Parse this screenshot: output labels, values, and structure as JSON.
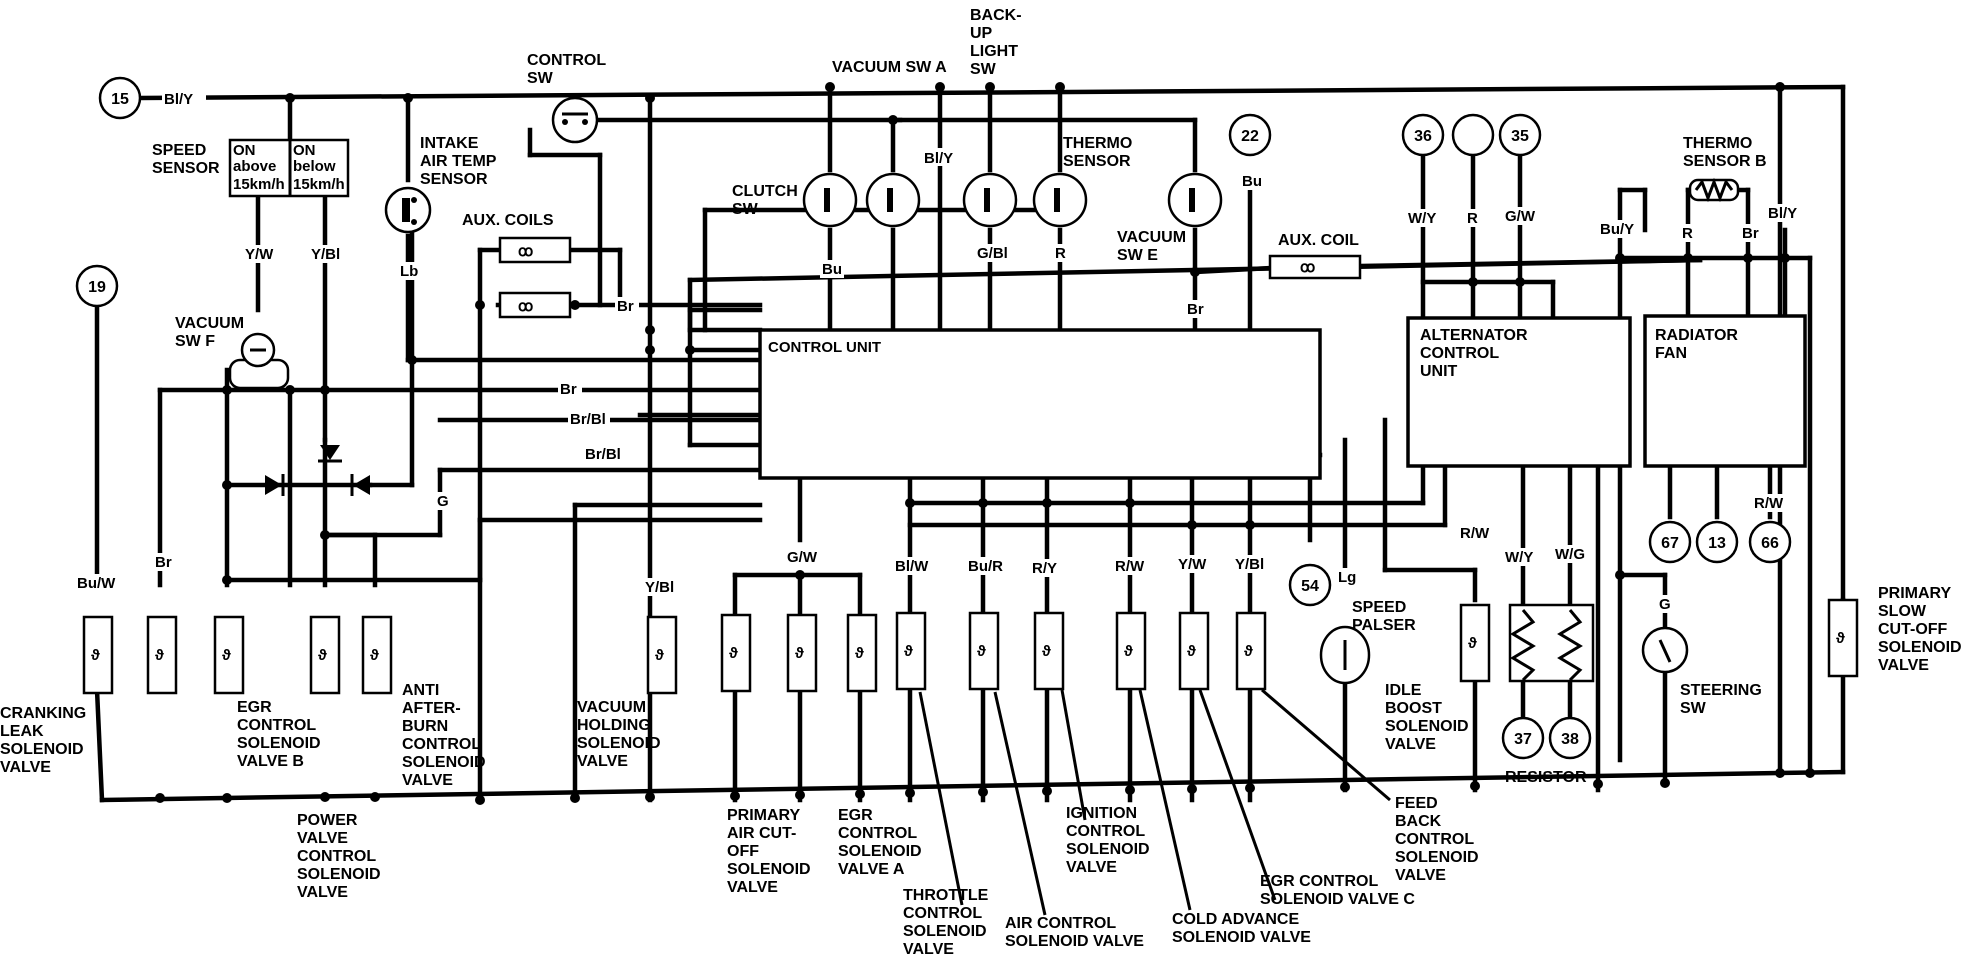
{
  "connectors": {
    "c15": "15",
    "c19": "19",
    "c22": "22",
    "c36": "36",
    "c35": "35",
    "c54": "54",
    "c67": "67",
    "c13": "13",
    "c66": "66",
    "c37": "37",
    "c38": "38"
  },
  "components": {
    "speed_sensor": [
      "SPEED",
      "SENSOR"
    ],
    "speed_on_above": [
      "ON",
      "above",
      "15km/h"
    ],
    "speed_on_below": [
      "ON",
      "below",
      "15km/h"
    ],
    "control_sw": [
      "CONTROL",
      "SW"
    ],
    "intake_air_temp_sensor": [
      "INTAKE",
      "AIR TEMP",
      "SENSOR"
    ],
    "aux_coils": "AUX. COILS",
    "vacuum_sw_a": "VACUUM SW A",
    "backup_light_sw": [
      "BACK-",
      "UP",
      "LIGHT",
      "SW"
    ],
    "clutch_sw": [
      "CLUTCH",
      "SW"
    ],
    "thermo_sensor": [
      "THERMO",
      "SENSOR"
    ],
    "vacuum_sw_e": [
      "VACUUM",
      "SW E"
    ],
    "aux_coil": "AUX. COIL",
    "thermo_sensor_b": [
      "THERMO",
      "SENSOR B"
    ],
    "vacuum_sw_f": [
      "VACUUM",
      "SW F"
    ],
    "control_unit": "CONTROL UNIT",
    "alternator_control_unit": [
      "ALTERNATOR",
      "CONTROL",
      "UNIT"
    ],
    "radiator_fan": [
      "RADIATOR",
      "FAN"
    ],
    "speed_palser": [
      "SPEED",
      "PALSER"
    ],
    "steering_sw": [
      "STEERING",
      "SW"
    ],
    "resistor": "RESISTOR",
    "primary_slow_cutoff": [
      "PRIMARY",
      "SLOW",
      "CUT-OFF",
      "SOLENOID",
      "VALVE"
    ],
    "cranking_leak": [
      "CRANKING",
      "LEAK",
      "SOLENOID",
      "VALVE"
    ],
    "egr_control_b": [
      "EGR",
      "CONTROL",
      "SOLENOID",
      "VALVE B"
    ],
    "anti_afterburn": [
      "ANTI",
      "AFTER-",
      "BURN",
      "CONTROL",
      "SOLENOID",
      "VALVE"
    ],
    "power_valve": [
      "POWER",
      "VALVE",
      "CONTROL",
      "SOLENOID",
      "VALVE"
    ],
    "vacuum_holding": [
      "VACUUM",
      "HOLDING",
      "SOLENOID",
      "VALVE"
    ],
    "primary_air_cutoff": [
      "PRIMARY",
      "AIR CUT-",
      "OFF",
      "SOLENOID",
      "VALVE"
    ],
    "egr_control_a": [
      "EGR",
      "CONTROL",
      "SOLENOID",
      "VALVE A"
    ],
    "throttle_control": [
      "THROTTLE",
      "CONTROL",
      "SOLENOID",
      "VALVE"
    ],
    "air_control": [
      "AIR CONTROL",
      "SOLENOID VALVE"
    ],
    "ignition_control": [
      "IGNITION",
      "CONTROL",
      "SOLENOID",
      "VALVE"
    ],
    "cold_advance": [
      "COLD ADVANCE",
      "SOLENOID VALVE"
    ],
    "egr_control_c": [
      "EGR CONTROL",
      "SOLENOID VALVE C"
    ],
    "feedback_control": [
      "FEED",
      "BACK",
      "CONTROL",
      "SOLENOID",
      "VALVE"
    ],
    "idle_boost": [
      "IDLE",
      "BOOST",
      "SOLENOID",
      "VALVE"
    ]
  },
  "wire_colors": {
    "bly_top": "Bl/Y",
    "yw_speed": "Y/W",
    "ybl_speed": "Y/Bl",
    "lb": "Lb",
    "bly_mid": "Bl/Y",
    "bu_clutch": "Bu",
    "gbl": "G/Bl",
    "r_thermo": "R",
    "br_aux": "Br",
    "br_vacE": "Br",
    "bu_22": "Bu",
    "wy_36": "W/Y",
    "r_alt": "R",
    "gw_35": "G/W",
    "buy": "Bu/Y",
    "r_thermoB": "R",
    "br_thermoB": "Br",
    "bly_right": "Bl/Y",
    "br_h1": "Br",
    "brbl_h2": "Br/Bl",
    "brbl_h3": "Br/Bl",
    "g": "G",
    "buw": "Bu/W",
    "br_crank": "Br",
    "ybl_vh": "Y/Bl",
    "gw": "G/W",
    "blw": "Bl/W",
    "bur": "Bu/R",
    "ry": "R/Y",
    "rw": "R/W",
    "yw": "Y/W",
    "ybl": "Y/Bl",
    "lg": "Lg",
    "rw_idle": "R/W",
    "wy_res": "W/Y",
    "wg_res": "W/G",
    "rw_fan": "R/W",
    "g_steer": "G"
  }
}
